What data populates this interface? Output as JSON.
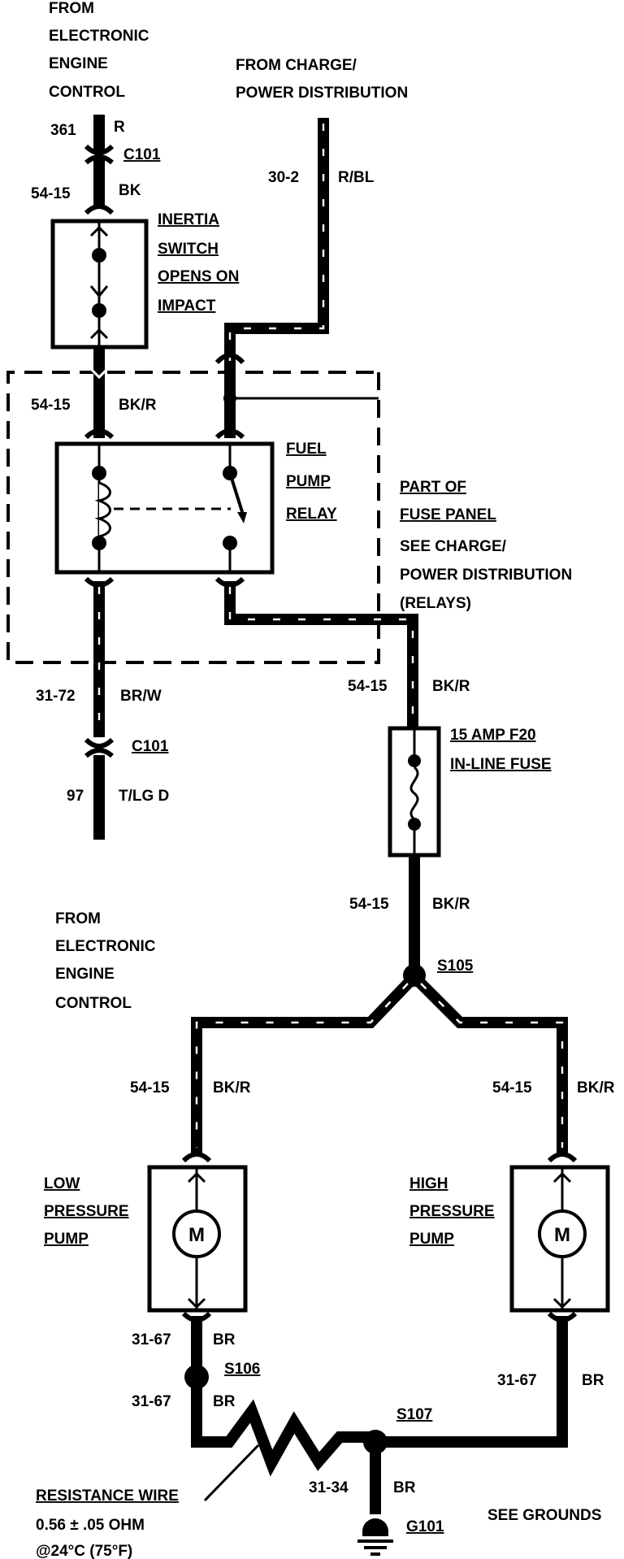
{
  "source_top": {
    "line1": "FROM",
    "line2": "ELECTRONIC",
    "line3": "ENGINE",
    "line4": "CONTROL"
  },
  "source_charge": {
    "line1": "FROM CHARGE/",
    "line2": "POWER DISTRIBUTION"
  },
  "wires": {
    "w361": "361",
    "w361_color": "R",
    "w54_15_top": "54-15",
    "w54_15_top_color": "BK",
    "w30_2": "30-2",
    "w30_2_color": "R/BL",
    "w54_15_relay": "54-15",
    "w54_15_relay_color": "BK/R",
    "w31_72": "31-72",
    "w31_72_color": "BR/W",
    "w97": "97",
    "w97_color": "T/LG D",
    "w54_15_fuse_in": "54-15",
    "w54_15_fuse_in_color": "BK/R",
    "w54_15_fuse_out": "54-15",
    "w54_15_fuse_out_color": "BK/R",
    "w54_15_left": "54-15",
    "w54_15_left_color": "BK/R",
    "w54_15_right": "54-15",
    "w54_15_right_color": "BK/R",
    "w31_67_a": "31-67",
    "w31_67_a_color": "BR",
    "w31_67_b": "31-67",
    "w31_67_b_color": "BR",
    "w31_67_right": "31-67",
    "w31_67_right_color": "BR",
    "w31_34": "31-34",
    "w31_34_color": "BR"
  },
  "connectors": {
    "c101_top": "C101",
    "c101_bottom": "C101"
  },
  "inertia_switch": {
    "line1": "INERTIA",
    "line2": "SWITCH",
    "line3": "OPENS ON",
    "line4": "IMPACT"
  },
  "relay": {
    "line1": "FUEL",
    "line2": "PUMP",
    "line3": "RELAY"
  },
  "fuse_panel": {
    "line1": "PART OF",
    "line2": "FUSE PANEL",
    "line3": "SEE CHARGE/",
    "line4": "POWER DISTRIBUTION",
    "line5": "(RELAYS)"
  },
  "fuse": {
    "line1": "15 AMP F20",
    "line2": "IN-LINE FUSE"
  },
  "splices": {
    "s105": "S105",
    "s106": "S106",
    "s107": "S107",
    "g101": "G101"
  },
  "source_middle": {
    "line1": "FROM",
    "line2": "ELECTRONIC",
    "line3": "ENGINE",
    "line4": "CONTROL"
  },
  "low_pump": {
    "line1": "LOW",
    "line2": "PRESSURE",
    "line3": "PUMP",
    "motor": "M"
  },
  "high_pump": {
    "line1": "HIGH",
    "line2": "PRESSURE",
    "line3": "PUMP",
    "motor": "M"
  },
  "resistance_wire": {
    "line1": "RESISTANCE WIRE",
    "line2": "0.56 ± .05 OHM",
    "line3": "@24°C (75°F)"
  },
  "see_grounds": "SEE GROUNDS"
}
